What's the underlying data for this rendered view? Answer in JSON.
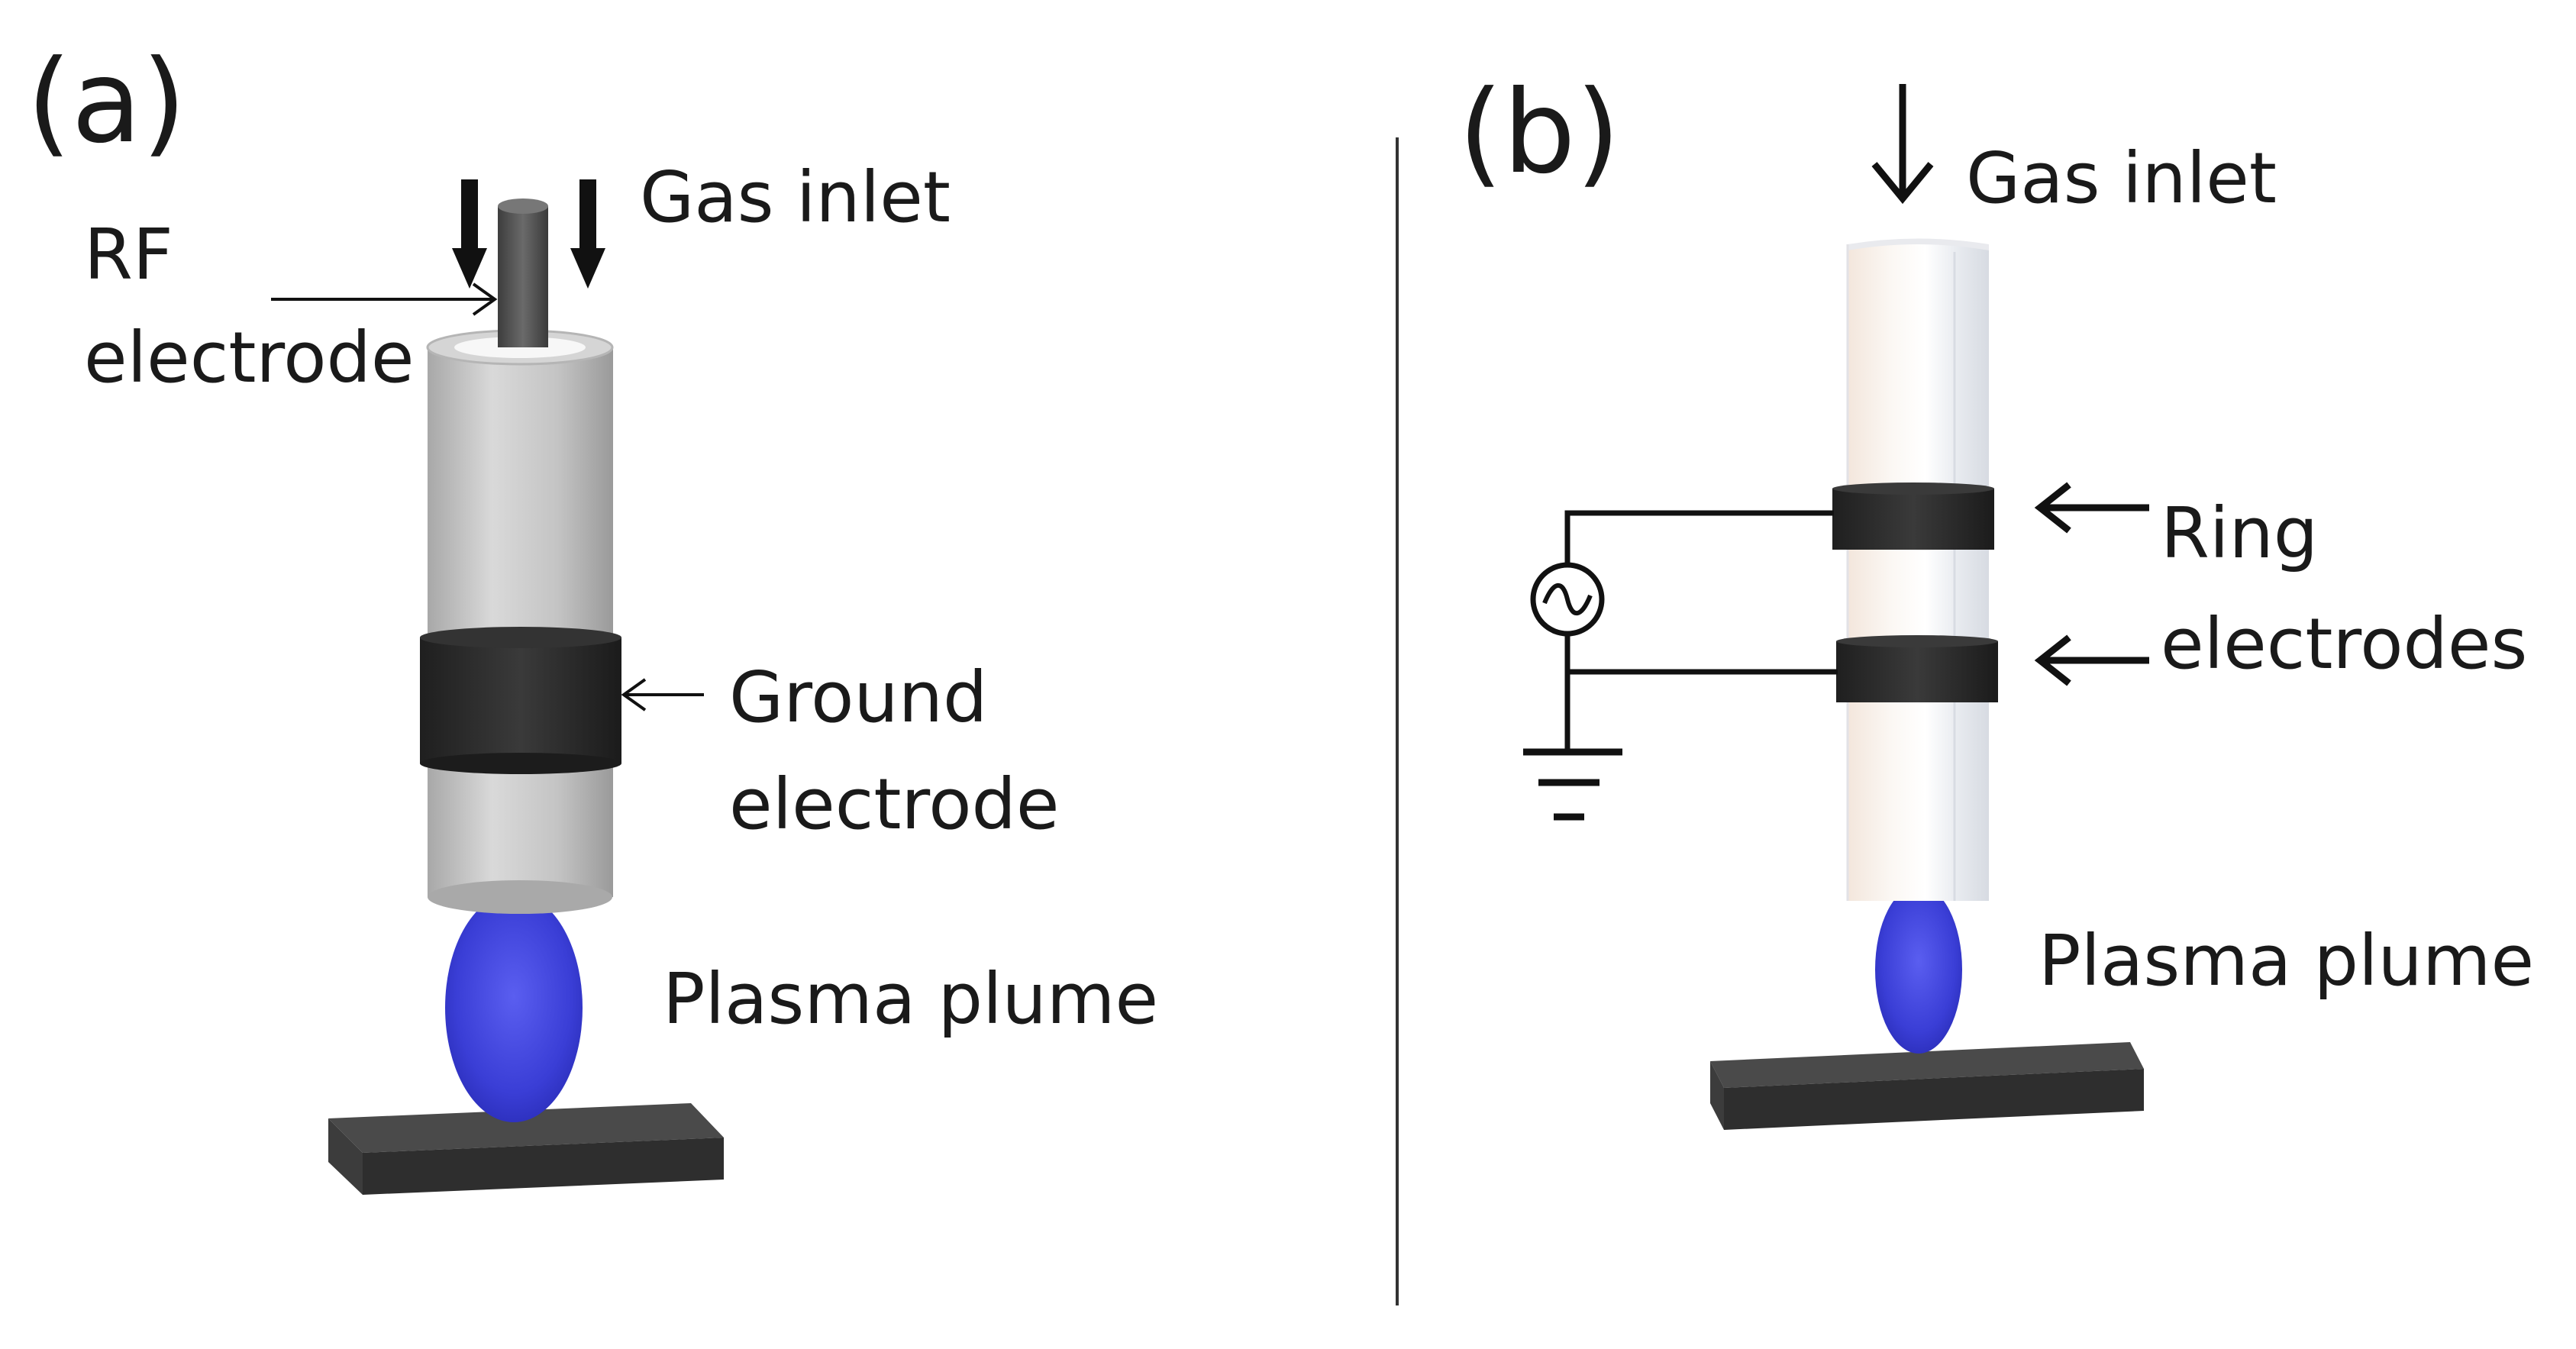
{
  "panel_a": {
    "letter": "(a)",
    "gas_inlet": "Gas inlet",
    "rf_electrode_line1": "RF",
    "rf_electrode_line2": "electrode",
    "ground_electrode_line1": "Ground",
    "ground_electrode_line2": "electrode",
    "plasma_plume": "Plasma plume"
  },
  "panel_b": {
    "letter": "(b)",
    "gas_inlet": "Gas inlet",
    "ring_electrodes_line1": "Ring",
    "ring_electrodes_line2": "electrodes",
    "plasma_plume": "Plasma plume"
  },
  "colors": {
    "plasma": "#3b3fd6",
    "electrode": "#2b2b2b",
    "tube_a": "#bfbfbf",
    "tube_b": "#eef0f3"
  }
}
